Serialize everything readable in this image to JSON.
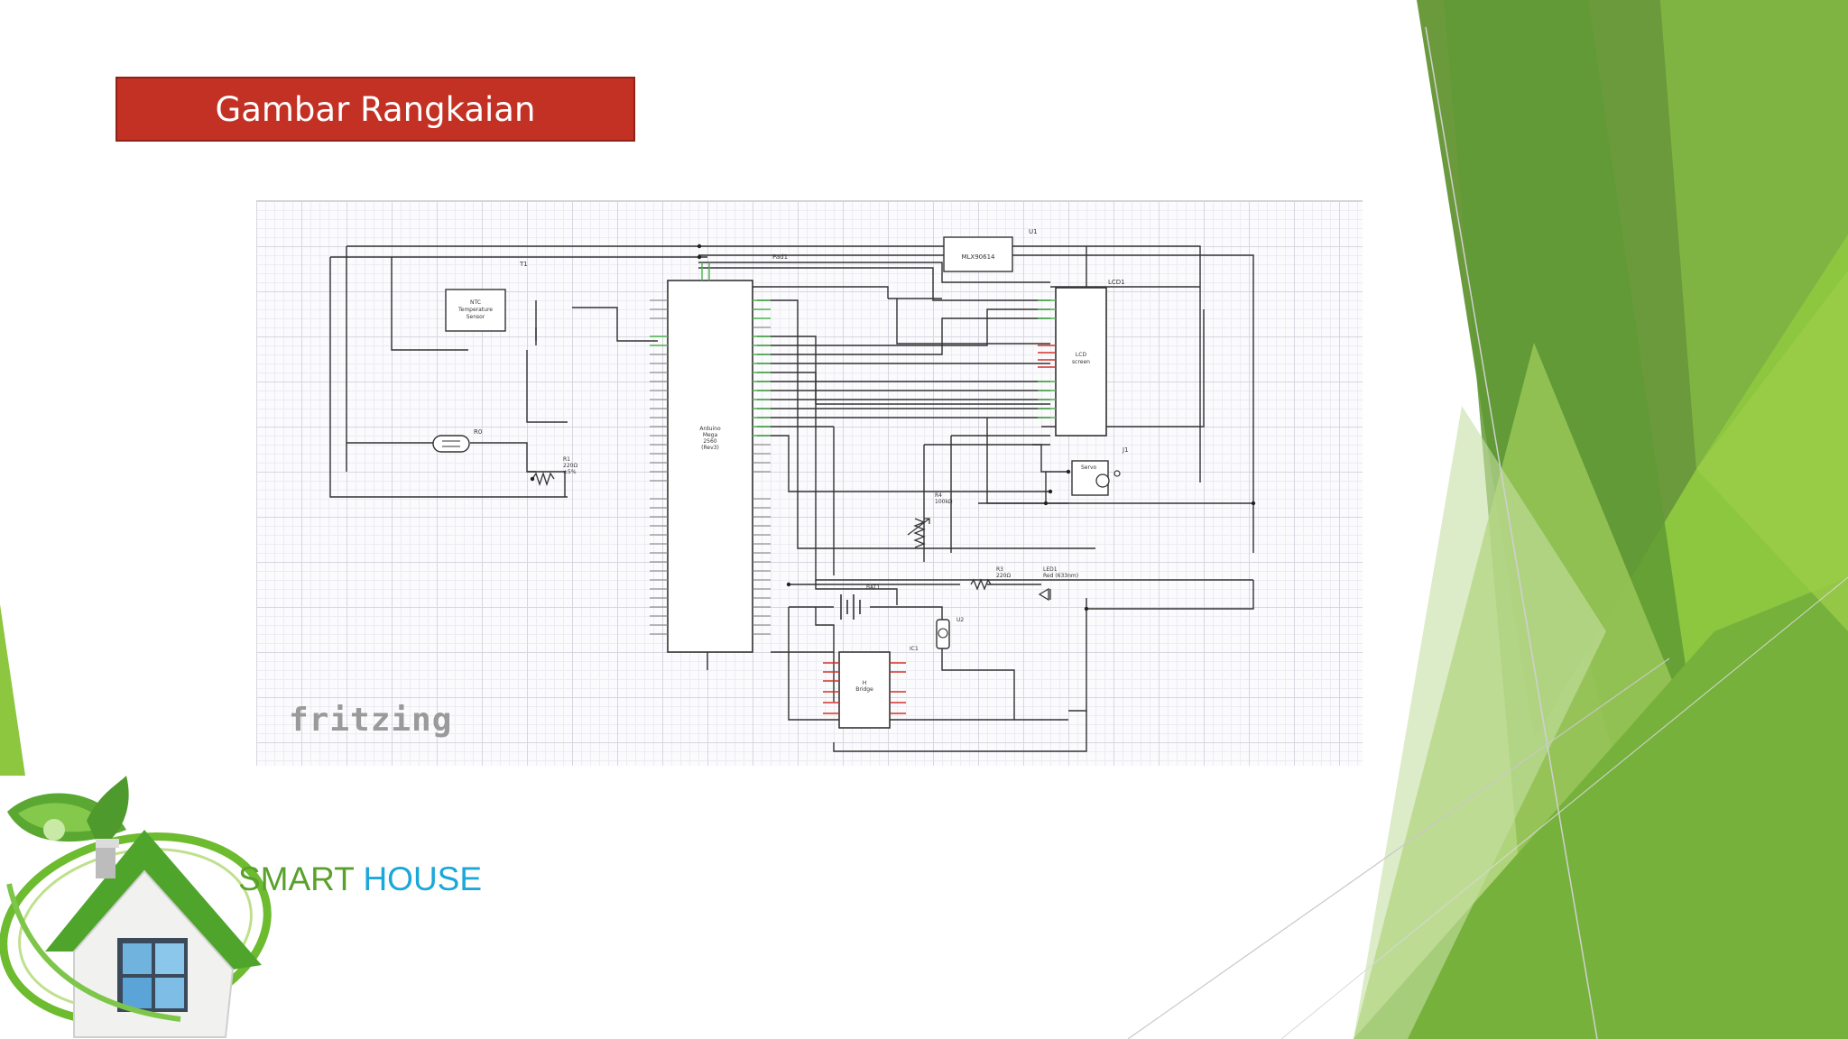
{
  "slide": {
    "title": "Gambar Rangkaian",
    "brand_word1": "SMART",
    "brand_word2": "HOUSE",
    "watermark": "fritzing"
  },
  "circuit": {
    "labels": {
      "u1": "U1",
      "ic_mlx": "MLX90614",
      "pad1": "Pad1",
      "t1": "T1",
      "ntc": "NTC",
      "ntc2": "Temperature",
      "ntc3": "Sensor",
      "lcd1": "LCD1",
      "lcd_body": "LCD",
      "lcd_body2": "screen",
      "mcu": "Arduino",
      "mcu2": "Mega",
      "mcu3": "2560",
      "mcu4": "(Rev3)",
      "r0": "R0",
      "r1": "R1",
      "r1v": "220Ω",
      "r1v2": "±5%",
      "j1": "J1",
      "servo": "Servo",
      "r4": "R4",
      "r4v": "100kΩ",
      "r3": "R3",
      "r3v": "220Ω",
      "led1": "LED1",
      "led1v": "Red (633nm)",
      "bat1": "BAT1",
      "u2": "U2",
      "ic1": "IC1",
      "hbridge": "H",
      "hbridge2": "Bridge"
    }
  },
  "colors": {
    "title_bg": "#c33125",
    "brand_green": "#5aa02c",
    "brand_blue": "#1aa7d9",
    "deco_green_dark": "#6a9a3c",
    "deco_green_light": "#8dc63f"
  }
}
